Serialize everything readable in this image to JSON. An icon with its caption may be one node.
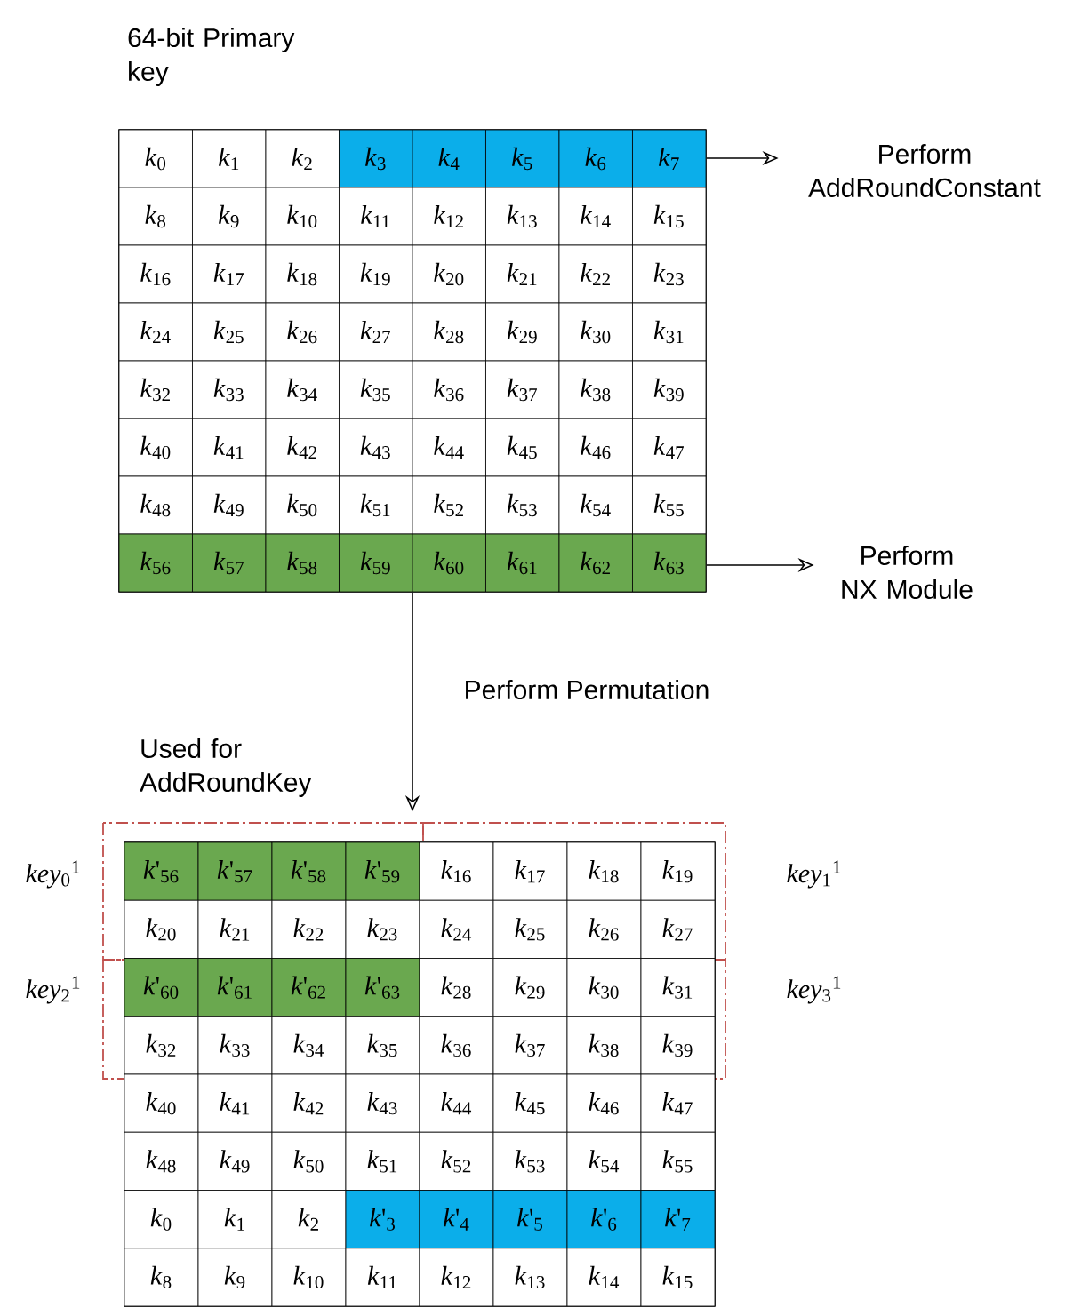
{
  "diagram": {
    "nodes": [
      {
        "text": [
          "64-bit Primary key",
          "*k*$_{0}$",
          "*k*$_{1}$",
          "*k*$_{2}$",
          "*k*$_{3}$",
          "*k*$_{4}$",
          "*k*$_{5}$",
          "*k*$_{6}$",
          "*k*$_{7}$",
          "*k*$_{8}$",
          "*k*$_{9}$",
          "*k*$_{10}$",
          "*k*$_{11}$",
          "*k*$_{12}$",
          "*k*$_{13}$",
          "*k*$_{14}$",
          "*k*$_{15}$",
          "*k*$_{16}$",
          "*k*$_{17}$",
          "*k*$_{18}$",
          "*k*$_{19}$",
          "*k*$_{20}$",
          "*k*$_{21}$",
          "*k*$_{22}$",
          "*k*$_{23}$",
          "*k*$_{24}$",
          "*k*$_{25}$",
          "*k*$_{26}$",
          "*k*$_{27}$",
          "*k*$_{28}$",
          "*k*$_{29}$",
          "*k*$_{30}$",
          "*k*$_{31}$",
          "*k*$_{32}$",
          "*k*$_{33}$",
          "*k*$_{34}$",
          "*k*$_{35}$",
          "*k*$_{36}$",
          "*k*$_{37}$",
          "*k*$_{38}$",
          "*k*$_{39}$",
          "*k*$_{40}$",
          "*k*$_{41}$",
          "*k*$_{42}$",
          "*k*$_{43}$",
          "*k*$_{44}$",
          "*k*$_{45}$",
          "*k*$_{46}$",
          "*k*$_{47}$",
          "*k*$_{48}$",
          "*k*$_{49}$",
          "*k*$_{50}$",
          "*k*$_{51}$",
          "*k*$_{52}$",
          "*k*$_{53}$",
          "*k*$_{54}$",
          "*k*$_{55}$",
          "*k*$_{56}$",
          "*k*$_{57}$",
          "*k*$_{58}$",
          "*k*$_{59}$",
          "*k*$_{60}$",
          "*k*$_{61}$",
          "*k*$_{62}$",
          "*k*$_{63}$"
        ]
      },
      {
        "text": [
          "Perform AddRoundConstant"
        ]
      },
      {
        "text": [
          "Perform NX Module"
        ]
      },
      {
        "text": [
          "Used for AddRoundKey",
          "*k*'$_{56}$",
          "*k*'$_{57}$",
          "*k*'$_{58}$",
          "*k*'$_{59}$",
          "*k*$_{16}$",
          "*k*$_{17}$",
          "*k*$_{18}$",
          "*k*$_{19}$",
          "*k*$_{20}$",
          "*k*$_{21}$",
          "*k*$_{22}$",
          "*k*$_{23}$",
          "*k*$_{24}$",
          "*k*$_{25}$",
          "*k*$_{26}$",
          "*k*$_{27}$",
          "*k*'$_{60}$",
          "*k*'$_{61}$",
          "*k*'$_{62}$",
          "*k*'$_{63}$",
          "*k*$_{28}$",
          "*k*$_{29}$",
          "*k*$_{30}$",
          "*k*$_{31}$",
          "*k*$_{32}$",
          "*k*$_{33}$",
          "*k*$_{34}$",
          "*k*$_{35}$",
          "*k*$_{36}$",
          "*k*$_{37}$",
          "*k*$_{38}$",
          "*k*$_{39}$",
          "*k*$_{40}$",
          "*k*$_{41}$",
          "*k*$_{42}$",
          "*k*$_{43}$",
          "*k*$_{44}$",
          "*k*$_{45}$",
          "*k*$_{46}$",
          "*k*$_{47}$",
          "*k*$_{48}$",
          "*k*$_{49}$",
          "*k*$_{50}$",
          "*k*$_{51}$",
          "*k*$_{52}$",
          "*k*$_{53}$",
          "*k*$_{54}$",
          "*k*$_{55}$",
          "*k*$_{0}$",
          "*k*$_{1}$",
          "*k*$_{2}$",
          "*k*'$_{3}$",
          "*k*'$_{4}$",
          "*k*'$_{5}$",
          "*k*'$_{6}$",
          "*k*'$_{7}$",
          "*k*$_{8}$",
          "*k*$_{9}$",
          "*k*$_{10}$",
          "*k*$_{11}$",
          "*k*$_{12}$",
          "*k*$_{13}$",
          "*k*$_{14}$",
          "*k*$_{15}$"
        ]
      }
    ],
    "edges": [
      {
        "from": 0,
        "to": 1,
        "arrow": "to"
      },
      {
        "from": 0,
        "to": 2,
        "arrow": "to"
      },
      {
        "from": 0,
        "to": 3,
        "arrow": "to",
        "label": "Perform Permutation"
      }
    ],
    "labels": [
      "*key*$_{0}$$^{1}$",
      "*key*$_{1}$$^{1}$",
      "*key*$_{2}$$^{1}$",
      "*key*$_{3}$$^{1}$"
    ]
  }
}
